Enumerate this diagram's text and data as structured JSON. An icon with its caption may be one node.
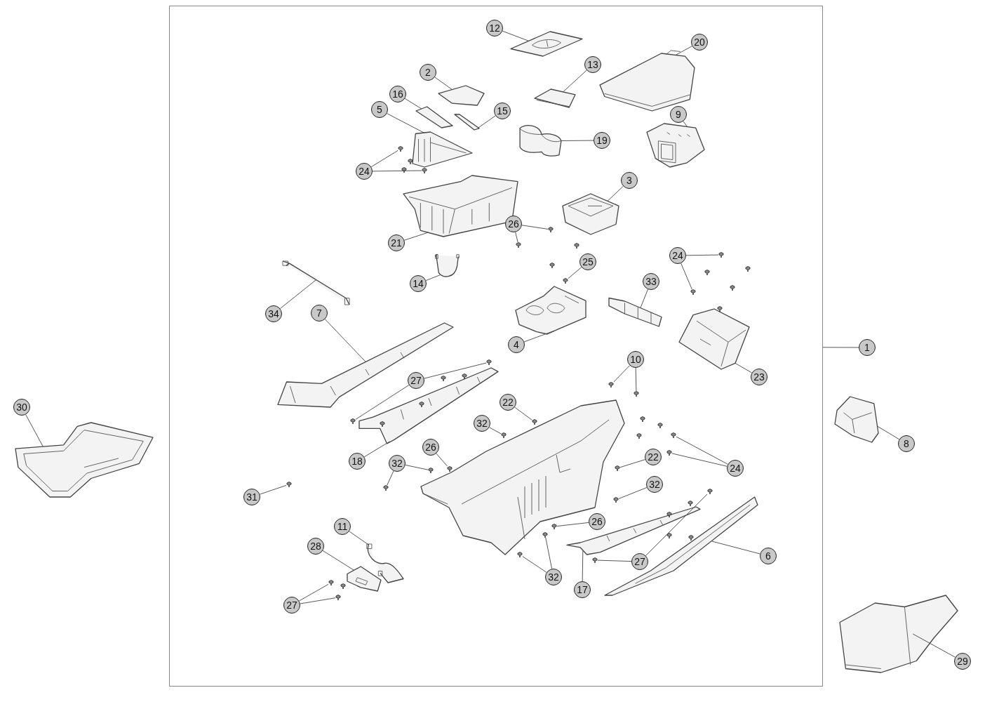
{
  "diagram": {
    "nodes": [
      {
        "text": [],
        "shape": "box"
      },
      {
        "text": [
          "12"
        ],
        "in": 0
      },
      {
        "text": [],
        "shape": "picture",
        "in": 0
      },
      {
        "text": [
          "2"
        ],
        "in": 0
      },
      {
        "text": [],
        "shape": "picture",
        "in": 0
      },
      {
        "text": [
          "20"
        ],
        "in": 0
      },
      {
        "text": [],
        "shape": "picture",
        "in": 0
      },
      {
        "text": [
          "13"
        ],
        "in": 0
      },
      {
        "text": [],
        "shape": "picture",
        "in": 0
      },
      {
        "text": [
          "16"
        ],
        "in": 0
      },
      {
        "text": [],
        "shape": "picture",
        "in": 0
      },
      {
        "text": [
          "15"
        ],
        "in": 0
      },
      {
        "text": [],
        "shape": "picture",
        "in": 0
      },
      {
        "text": [
          "5"
        ],
        "in": 0
      },
      {
        "text": [],
        "shape": "picture",
        "in": 0
      },
      {
        "text": [
          "9"
        ],
        "in": 0
      },
      {
        "text": [],
        "shape": "picture",
        "in": 0
      },
      {
        "text": [
          "19"
        ],
        "in": 0
      },
      {
        "text": [],
        "shape": "picture",
        "in": 0
      },
      {
        "text": [
          "24"
        ],
        "in": 0
      },
      {
        "text": [
          "3"
        ],
        "in": 0
      },
      {
        "text": [],
        "shape": "picture",
        "in": 0
      },
      {
        "text": [
          "26"
        ],
        "in": 0
      },
      {
        "text": [
          "21"
        ],
        "in": 0
      },
      {
        "text": [],
        "shape": "picture",
        "in": 0
      },
      {
        "text": [
          "25"
        ],
        "in": 0
      },
      {
        "text": [
          "24"
        ],
        "in": 0
      },
      {
        "text": [
          "33"
        ],
        "in": 0
      },
      {
        "text": [],
        "shape": "picture",
        "in": 0
      },
      {
        "text": [
          "14"
        ],
        "in": 0
      },
      {
        "text": [],
        "shape": "picture",
        "in": 0
      },
      {
        "text": [
          "34"
        ],
        "in": 0
      },
      {
        "text": [],
        "shape": "picture",
        "in": 0
      },
      {
        "text": [
          "4"
        ],
        "in": 0
      },
      {
        "text": [],
        "shape": "picture",
        "in": 0
      },
      {
        "text": [
          "7"
        ],
        "in": 0
      },
      {
        "text": [],
        "shape": "picture",
        "in": 0
      },
      {
        "text": [
          "1"
        ]
      },
      {
        "text": [
          "23"
        ],
        "in": 0
      },
      {
        "text": [],
        "shape": "picture",
        "in": 0
      },
      {
        "text": [
          "10"
        ],
        "in": 0
      },
      {
        "text": [
          "27"
        ],
        "in": 0
      },
      {
        "text": [
          "30"
        ]
      },
      {
        "text": [],
        "shape": "picture"
      },
      {
        "text": [
          "22"
        ],
        "in": 0
      },
      {
        "text": [
          "32"
        ],
        "in": 0
      },
      {
        "text": [
          "8"
        ]
      },
      {
        "text": [],
        "shape": "picture"
      },
      {
        "text": [
          "18"
        ],
        "in": 0
      },
      {
        "text": [],
        "shape": "picture",
        "in": 0
      },
      {
        "text": [
          "26"
        ],
        "in": 0
      },
      {
        "text": [
          "22"
        ],
        "in": 0
      },
      {
        "text": [
          "24"
        ],
        "in": 0
      },
      {
        "text": [
          "32"
        ],
        "in": 0
      },
      {
        "text": [
          "31"
        ],
        "in": 0
      },
      {
        "text": [
          "32"
        ],
        "in": 0
      },
      {
        "text": [
          "26"
        ],
        "in": 0
      },
      {
        "text": [
          "11"
        ],
        "in": 0
      },
      {
        "text": [],
        "shape": "picture",
        "in": 0
      },
      {
        "text": [
          "6"
        ],
        "in": 0
      },
      {
        "text": [],
        "shape": "picture",
        "in": 0
      },
      {
        "text": [
          "28"
        ],
        "in": 0
      },
      {
        "text": [],
        "shape": "picture",
        "in": 0
      },
      {
        "text": [
          "27"
        ],
        "in": 0
      },
      {
        "text": [
          "32"
        ],
        "in": 0
      },
      {
        "text": [
          "17"
        ],
        "in": 0
      },
      {
        "text": [],
        "shape": "picture",
        "in": 0
      },
      {
        "text": [
          "27"
        ],
        "in": 0
      },
      {
        "text": [
          "29"
        ]
      },
      {
        "text": [],
        "shape": "picture"
      },
      {
        "text": [],
        "shape": "picture",
        "in": 0
      },
      {
        "text": [],
        "shape": "picture",
        "in": 0
      },
      {
        "text": [],
        "shape": "picture",
        "in": 0
      },
      {
        "text": [],
        "shape": "picture",
        "in": 0
      },
      {
        "text": [],
        "shape": "picture",
        "in": 0
      },
      {
        "text": [],
        "shape": "picture",
        "in": 0
      },
      {
        "text": [],
        "shape": "picture",
        "in": 0
      },
      {
        "text": [],
        "shape": "picture",
        "in": 0
      },
      {
        "text": [],
        "shape": "picture",
        "in": 0
      },
      {
        "text": [],
        "shape": "picture",
        "in": 0
      },
      {
        "text": [],
        "shape": "picture",
        "in": 0
      },
      {
        "text": [],
        "shape": "picture",
        "in": 0
      },
      {
        "text": [],
        "shape": "picture",
        "in": 0
      },
      {
        "text": [],
        "shape": "picture",
        "in": 0
      },
      {
        "text": [],
        "shape": "picture",
        "in": 0
      },
      {
        "text": [],
        "shape": "picture",
        "in": 0
      },
      {
        "text": [],
        "shape": "picture",
        "in": 0
      },
      {
        "text": [],
        "shape": "picture",
        "in": 0
      },
      {
        "text": [],
        "shape": "picture",
        "in": 0
      },
      {
        "text": [],
        "shape": "picture",
        "in": 0
      },
      {
        "text": [],
        "shape": "picture",
        "in": 0
      },
      {
        "text": [],
        "shape": "picture",
        "in": 0
      },
      {
        "text": [],
        "shape": "picture",
        "in": 0
      },
      {
        "text": [],
        "shape": "picture",
        "in": 0
      },
      {
        "text": [],
        "shape": "picture",
        "in": 0
      },
      {
        "text": [],
        "shape": "picture",
        "in": 0
      },
      {
        "text": [],
        "shape": "picture",
        "in": 0
      },
      {
        "text": [],
        "shape": "picture",
        "in": 0
      }
    ],
    "edges": [
      {
        "from": 1,
        "to": 2,
        "arrow": "none"
      },
      {
        "from": 3,
        "to": 4,
        "arrow": "none"
      },
      {
        "from": 5,
        "to": 6,
        "arrow": "none"
      },
      {
        "from": 7,
        "to": 8,
        "arrow": "none"
      },
      {
        "from": 9,
        "to": 10,
        "arrow": "none"
      },
      {
        "from": 11,
        "to": 12,
        "arrow": "none"
      },
      {
        "from": 13,
        "to": 14,
        "arrow": "none"
      },
      {
        "from": 15,
        "to": 16,
        "arrow": "none"
      },
      {
        "from": 17,
        "to": 18,
        "arrow": "none"
      },
      {
        "from": 19,
        "to": 70,
        "arrow": "none"
      },
      {
        "from": 19,
        "to": 71,
        "arrow": "none"
      },
      {
        "from": 20,
        "to": 21,
        "arrow": "none"
      },
      {
        "from": 22,
        "to": 72,
        "arrow": "none"
      },
      {
        "from": 22,
        "to": 73,
        "arrow": "none"
      },
      {
        "from": 23,
        "to": 24,
        "arrow": "none"
      },
      {
        "from": 25,
        "to": 74,
        "arrow": "none"
      },
      {
        "from": 26,
        "to": 75,
        "arrow": "none"
      },
      {
        "from": 26,
        "to": 76,
        "arrow": "none"
      },
      {
        "from": 27,
        "to": 28,
        "arrow": "none"
      },
      {
        "from": 29,
        "to": 30,
        "arrow": "none"
      },
      {
        "from": 31,
        "to": 32,
        "arrow": "none"
      },
      {
        "from": 33,
        "to": 34,
        "arrow": "none"
      },
      {
        "from": 35,
        "to": 36,
        "arrow": "none"
      },
      {
        "from": 37,
        "to": 0,
        "arrow": "none"
      },
      {
        "from": 38,
        "to": 39,
        "arrow": "none"
      },
      {
        "from": 40,
        "to": 77,
        "arrow": "none"
      },
      {
        "from": 40,
        "to": 78,
        "arrow": "none"
      },
      {
        "from": 41,
        "to": 79,
        "arrow": "none"
      },
      {
        "from": 41,
        "to": 80,
        "arrow": "none"
      },
      {
        "from": 42,
        "to": 43,
        "arrow": "none"
      },
      {
        "from": 44,
        "to": 81,
        "arrow": "none"
      },
      {
        "from": 45,
        "to": 82,
        "arrow": "none"
      },
      {
        "from": 46,
        "to": 47,
        "arrow": "none"
      },
      {
        "from": 48,
        "to": 49,
        "arrow": "none"
      },
      {
        "from": 50,
        "to": 83,
        "arrow": "none"
      },
      {
        "from": 51,
        "to": 84,
        "arrow": "none"
      },
      {
        "from": 52,
        "to": 85,
        "arrow": "none"
      },
      {
        "from": 52,
        "to": 86,
        "arrow": "none"
      },
      {
        "from": 53,
        "to": 87,
        "arrow": "none"
      },
      {
        "from": 53,
        "to": 88,
        "arrow": "none"
      },
      {
        "from": 54,
        "to": 89,
        "arrow": "none"
      },
      {
        "from": 55,
        "to": 90,
        "arrow": "none"
      },
      {
        "from": 56,
        "to": 91,
        "arrow": "none"
      },
      {
        "from": 57,
        "to": 58,
        "arrow": "none"
      },
      {
        "from": 59,
        "to": 60,
        "arrow": "none"
      },
      {
        "from": 61,
        "to": 62,
        "arrow": "none"
      },
      {
        "from": 63,
        "to": 92,
        "arrow": "none"
      },
      {
        "from": 63,
        "to": 93,
        "arrow": "none"
      },
      {
        "from": 64,
        "to": 94,
        "arrow": "none"
      },
      {
        "from": 64,
        "to": 95,
        "arrow": "none"
      },
      {
        "from": 65,
        "to": 66,
        "arrow": "none"
      },
      {
        "from": 67,
        "to": 96,
        "arrow": "none"
      },
      {
        "from": 67,
        "to": 97,
        "arrow": "none"
      },
      {
        "from": 68,
        "to": 69,
        "arrow": "none"
      }
    ]
  }
}
